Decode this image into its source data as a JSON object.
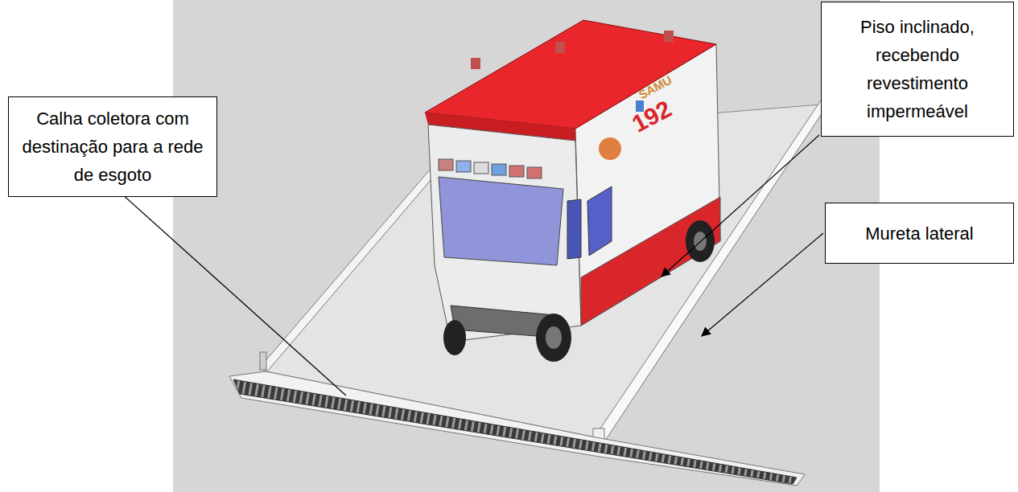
{
  "diagram": {
    "nodes": [
      {
        "text": [
          "Calha coletora com destinação para a rede de esgoto"
        ]
      },
      {
        "text": [
          "Piso inclinado, recebendo revestimento impermeável"
        ]
      },
      {
        "text": [
          "Mureta lateral"
        ]
      }
    ],
    "labels": [
      "SAMU",
      "192"
    ]
  }
}
